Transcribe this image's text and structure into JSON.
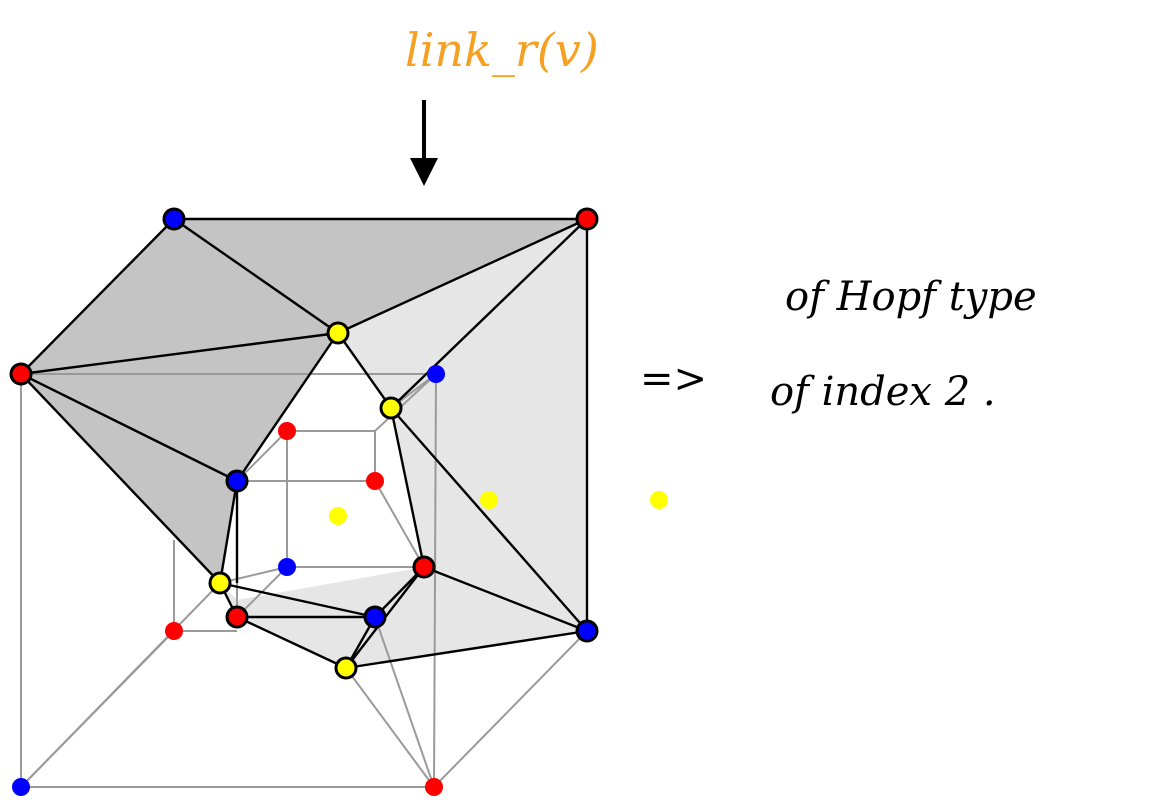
{
  "annotations": {
    "link_label": "link_r(v)",
    "implies": "=>",
    "note_line1": "of Hopf type",
    "note_line2": "of index 2 ."
  },
  "colors": {
    "annotation_orange": "#f5a023",
    "vertex_red": "#ff0000",
    "vertex_blue": "#0000ff",
    "vertex_yellow": "#ffff00",
    "face_dark": "#c4c4c4",
    "face_light": "#e6e6e6",
    "edge_gray": "#9a9a9a",
    "edge_black": "#000000"
  }
}
